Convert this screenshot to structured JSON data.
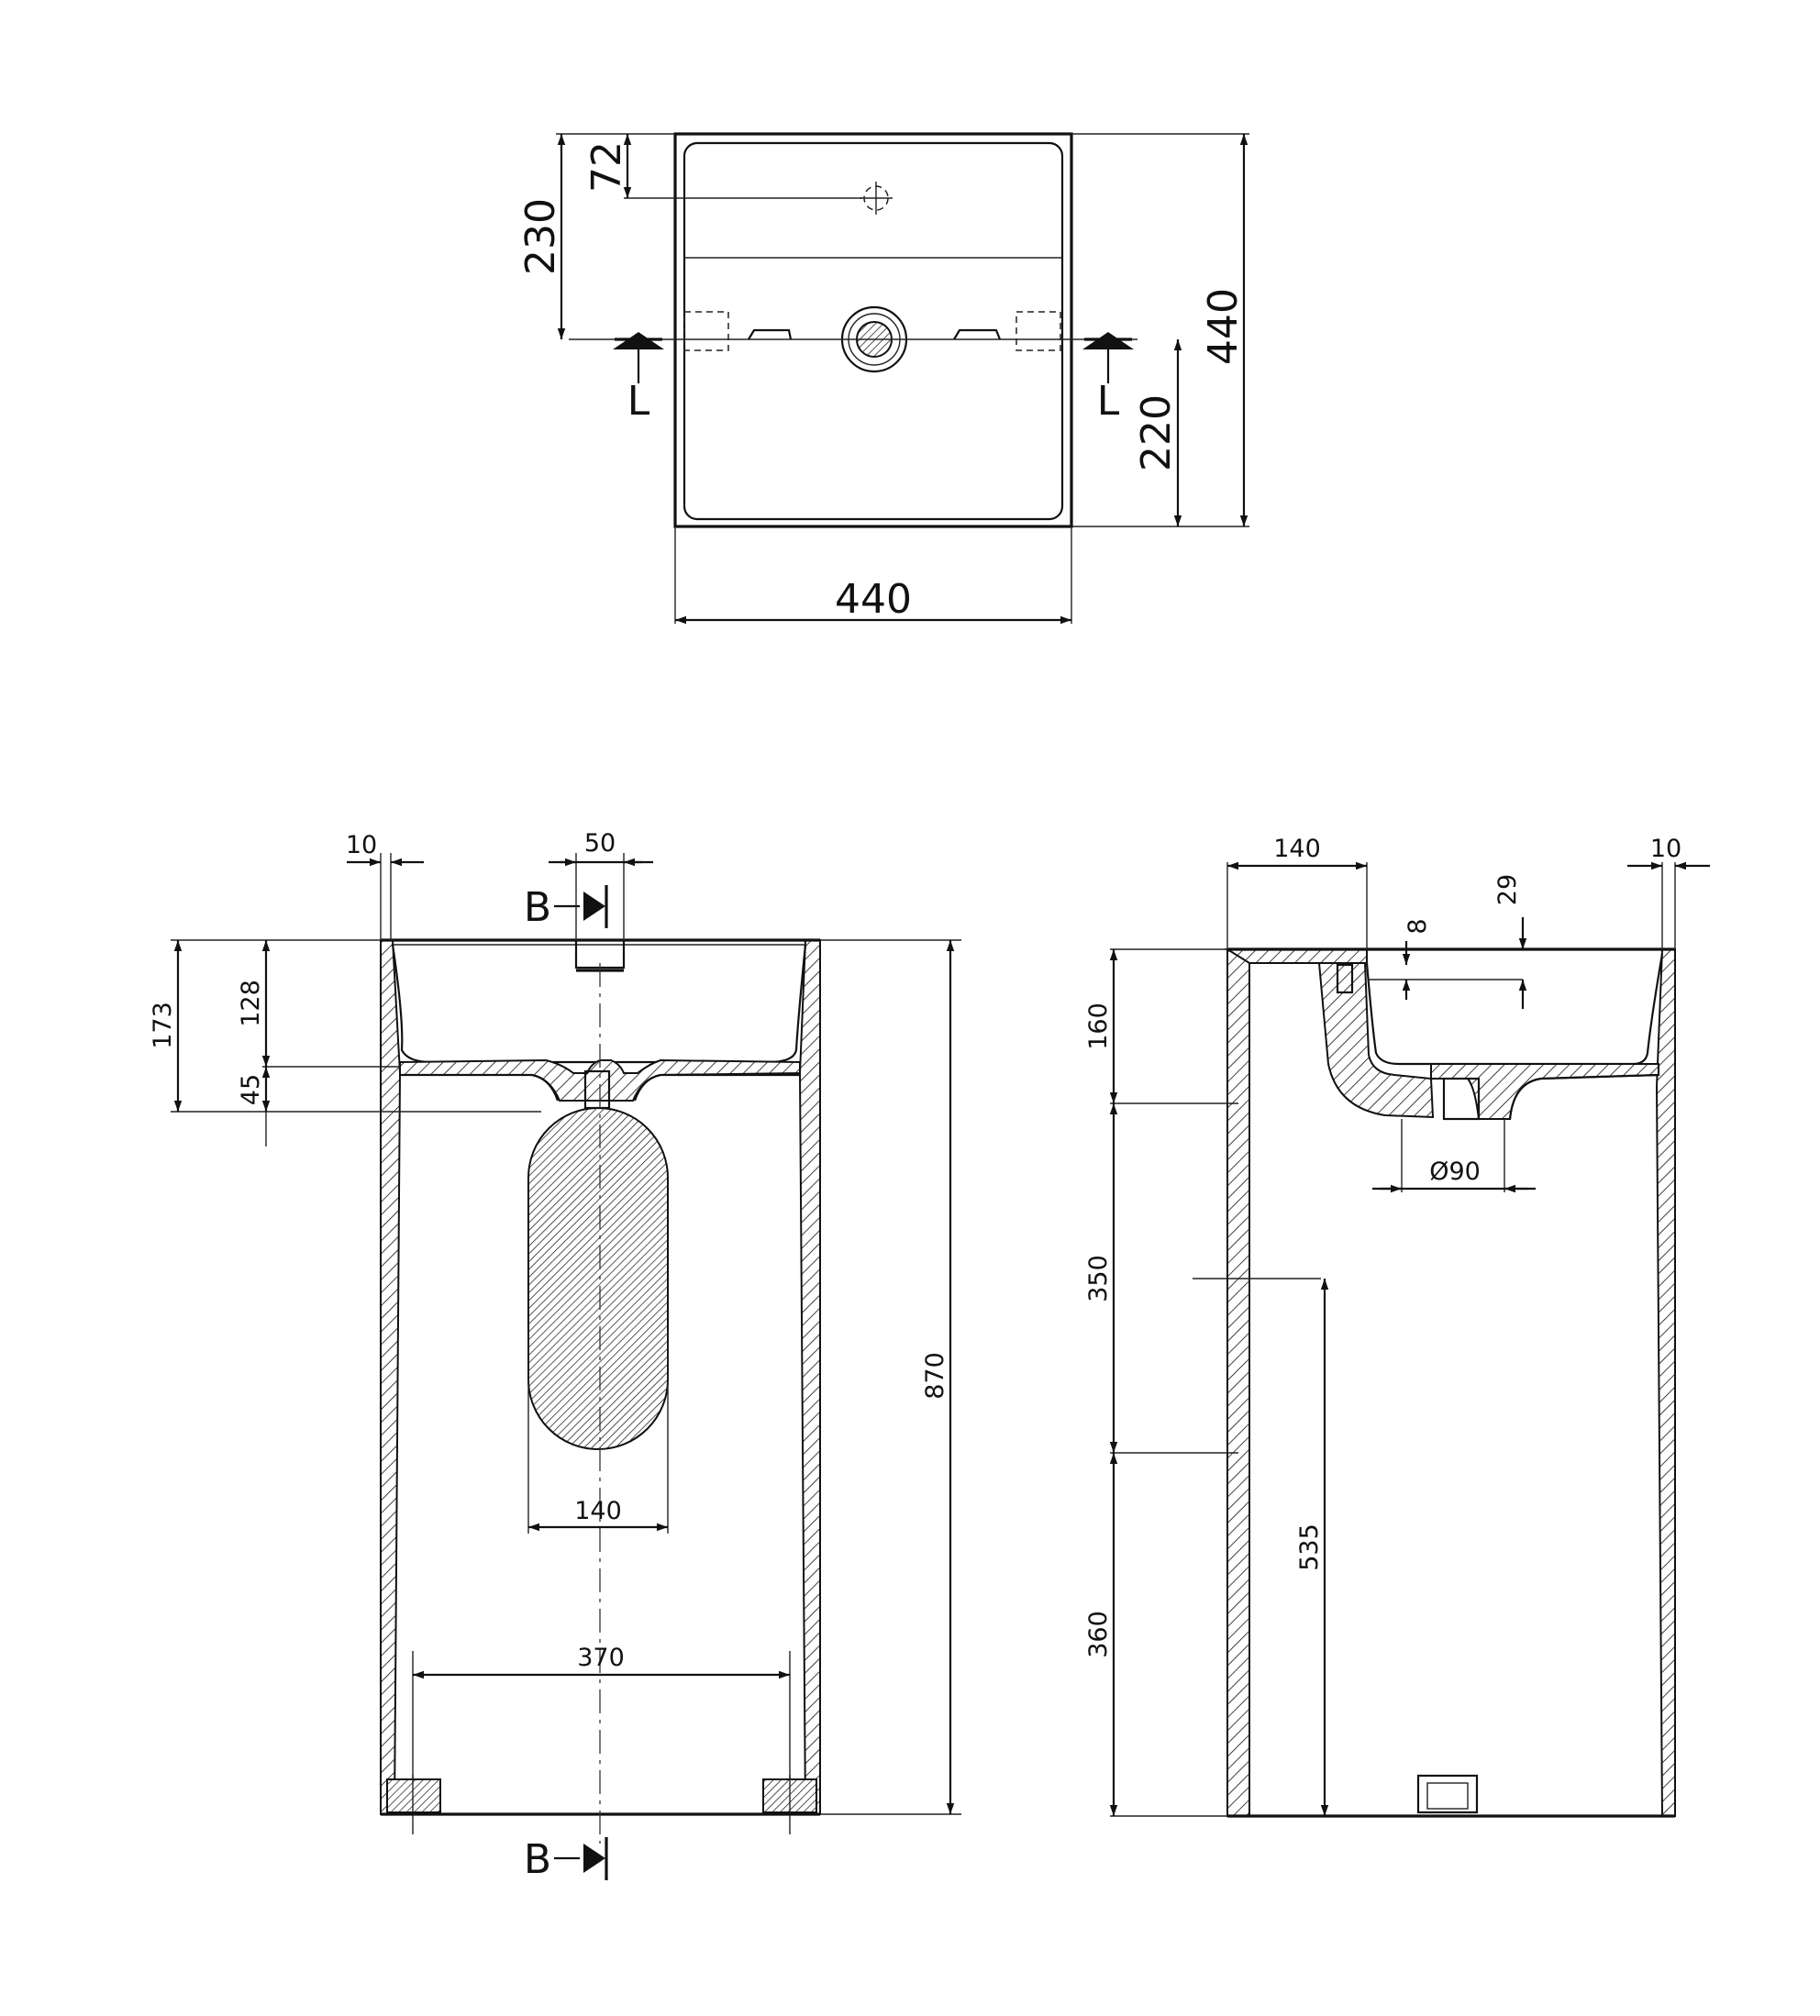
{
  "top_view": {
    "dim_width": "440",
    "dim_depth": "440",
    "dim_tap_offset": "72",
    "dim_drain_from_back": "230",
    "dim_drain_from_front": "220",
    "section_label_left": "L",
    "section_label_right": "L"
  },
  "front_section": {
    "dim_top_wall": "10",
    "dim_tap_hole": "50",
    "dim_basin_height": "173",
    "dim_bowl_depth": "128",
    "dim_bottom_thickness": "45",
    "dim_total_height": "870",
    "dim_trap_width": "140",
    "dim_foot_spacing": "370",
    "section_label_top": "B",
    "section_label_bottom": "B"
  },
  "side_section": {
    "dim_back_depth": "140",
    "dim_wall": "10",
    "dim_overflow_depth": "29",
    "dim_overflow_slot": "8",
    "dim_top_zone": "160",
    "dim_middle_zone": "350",
    "dim_bottom_zone": "360",
    "dim_drain_height": "535",
    "dim_drain_diameter": "Ø90"
  }
}
